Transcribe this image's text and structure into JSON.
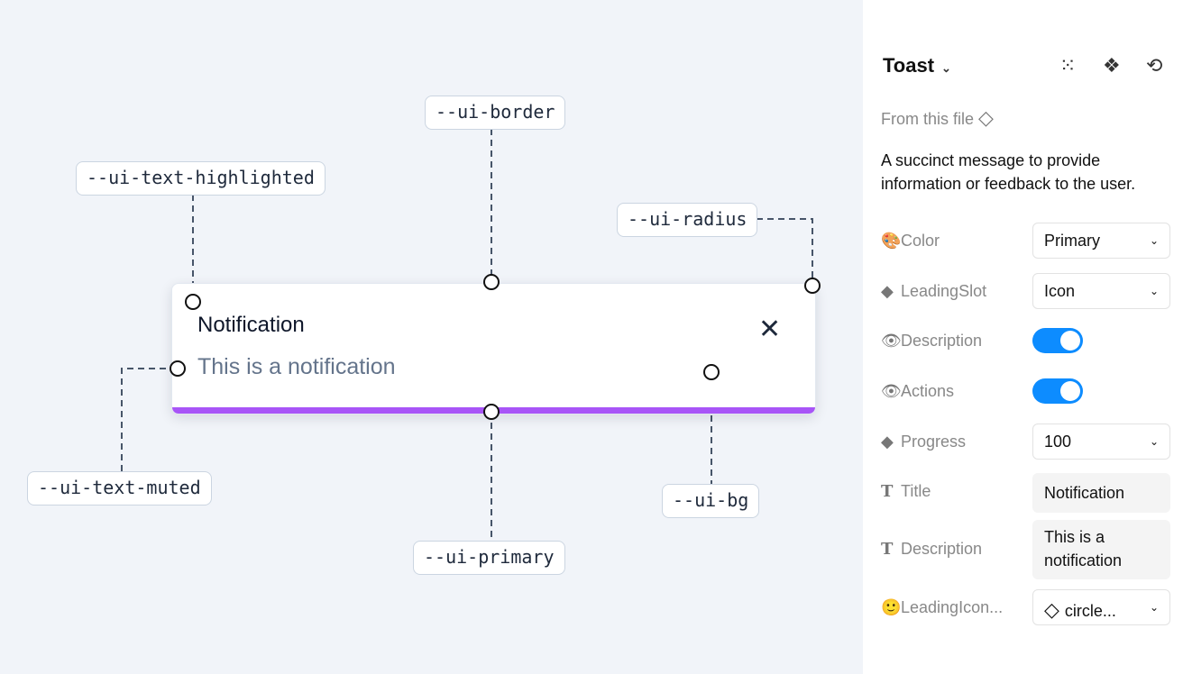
{
  "canvas": {
    "toast": {
      "title": "Notification",
      "description": "This is a notification",
      "close_icon": "close-icon",
      "progress": 100,
      "accent": "#a855f7"
    },
    "tokens": [
      "--ui-border",
      "--ui-text-highlighted",
      "--ui-radius",
      "--ui-text-muted",
      "--ui-primary",
      "--ui-bg"
    ]
  },
  "panel": {
    "component": "Toast",
    "icons": [
      "grid-select-icon",
      "component-icon",
      "reset-icon"
    ],
    "source": "From this file",
    "description": "A succinct message to provide information or feedback to the user.",
    "props": [
      {
        "icon": "palette-icon",
        "label": "Color",
        "value": "Primary",
        "type": "select"
      },
      {
        "icon": "diamond-icon",
        "label": "LeadingSlot",
        "value": "Icon",
        "type": "select"
      },
      {
        "icon": "eye-icon",
        "label": "Description",
        "value": true,
        "type": "toggle"
      },
      {
        "icon": "eye-icon",
        "label": "Actions",
        "value": true,
        "type": "toggle"
      },
      {
        "icon": "diamond-icon",
        "label": "Progress",
        "value": "100",
        "type": "select"
      },
      {
        "icon": "text-icon",
        "label": "Title",
        "value": "Notification",
        "type": "text"
      },
      {
        "icon": "text-icon",
        "label": "Description",
        "value": "This is a notification",
        "type": "text"
      },
      {
        "icon": "smiley-icon",
        "label": "LeadingIcon...",
        "value": "circle...",
        "type": "select"
      }
    ],
    "toggle_color": "#0d8cff"
  }
}
